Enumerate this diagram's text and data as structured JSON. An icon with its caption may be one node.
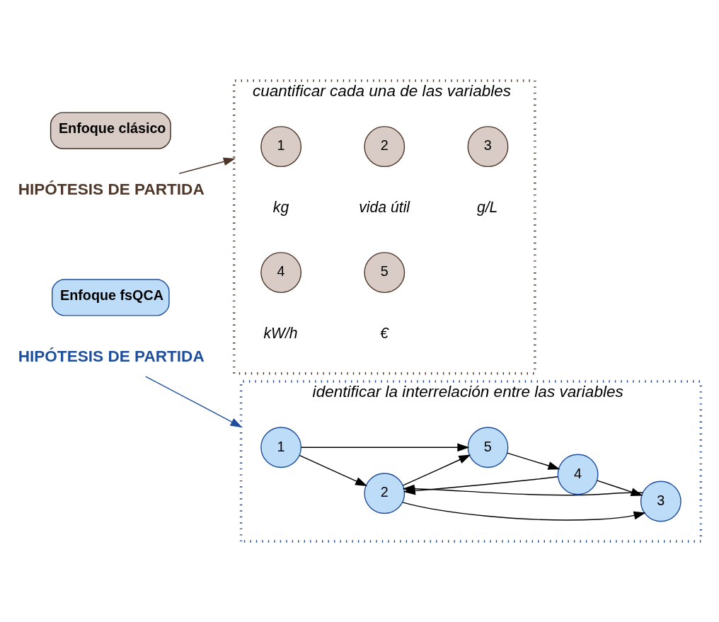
{
  "diagram": {
    "nodes": [
      {
        "text": [
          "Enfoque clásico"
        ]
      },
      {
        "text": [
          "HIPÓTESIS DE PARTIDA"
        ]
      },
      {
        "text": [
          "cuantificar cada una de las variables"
        ]
      },
      {
        "text": [
          "1"
        ],
        "in": 2,
        "beside": [
          "kg"
        ]
      },
      {
        "text": [
          "2"
        ],
        "in": 2,
        "beside": [
          "vida útil"
        ]
      },
      {
        "text": [
          "3"
        ],
        "in": 2,
        "beside": [
          "g/L"
        ]
      },
      {
        "text": [
          "4"
        ],
        "in": 2,
        "beside": [
          "kW/h"
        ]
      },
      {
        "text": [
          "5"
        ],
        "in": 2,
        "beside": [
          "€"
        ]
      },
      {
        "text": [
          "Enfoque fsQCA"
        ]
      },
      {
        "text": [
          "HIPÓTESIS DE PARTIDA"
        ]
      },
      {
        "text": [
          "identificar la interrelación entre las variables"
        ]
      },
      {
        "text": [
          "1"
        ],
        "in": 10
      },
      {
        "text": [
          "2"
        ],
        "in": 10
      },
      {
        "text": [
          "3"
        ],
        "in": 10
      },
      {
        "text": [
          "4"
        ],
        "in": 10
      },
      {
        "text": [
          "5"
        ],
        "in": 10
      }
    ],
    "edges": [
      {
        "from": 1,
        "to": 2,
        "arrow": "to",
        "color": "#4e3629"
      },
      {
        "from": 9,
        "to": 10,
        "arrow": "to",
        "color": "#1f4e9c"
      },
      {
        "from": 11,
        "to": 15,
        "arrow": "to"
      },
      {
        "from": 11,
        "to": 12,
        "arrow": "to"
      },
      {
        "from": 12,
        "to": 15,
        "arrow": "to"
      },
      {
        "from": 13,
        "to": 12,
        "arrow": "to"
      },
      {
        "from": 12,
        "to": 13,
        "arrow": "to"
      },
      {
        "from": 14,
        "to": 12,
        "arrow": "to"
      },
      {
        "from": 15,
        "to": 14,
        "arrow": "to"
      },
      {
        "from": 14,
        "to": 13,
        "arrow": "to"
      }
    ]
  }
}
